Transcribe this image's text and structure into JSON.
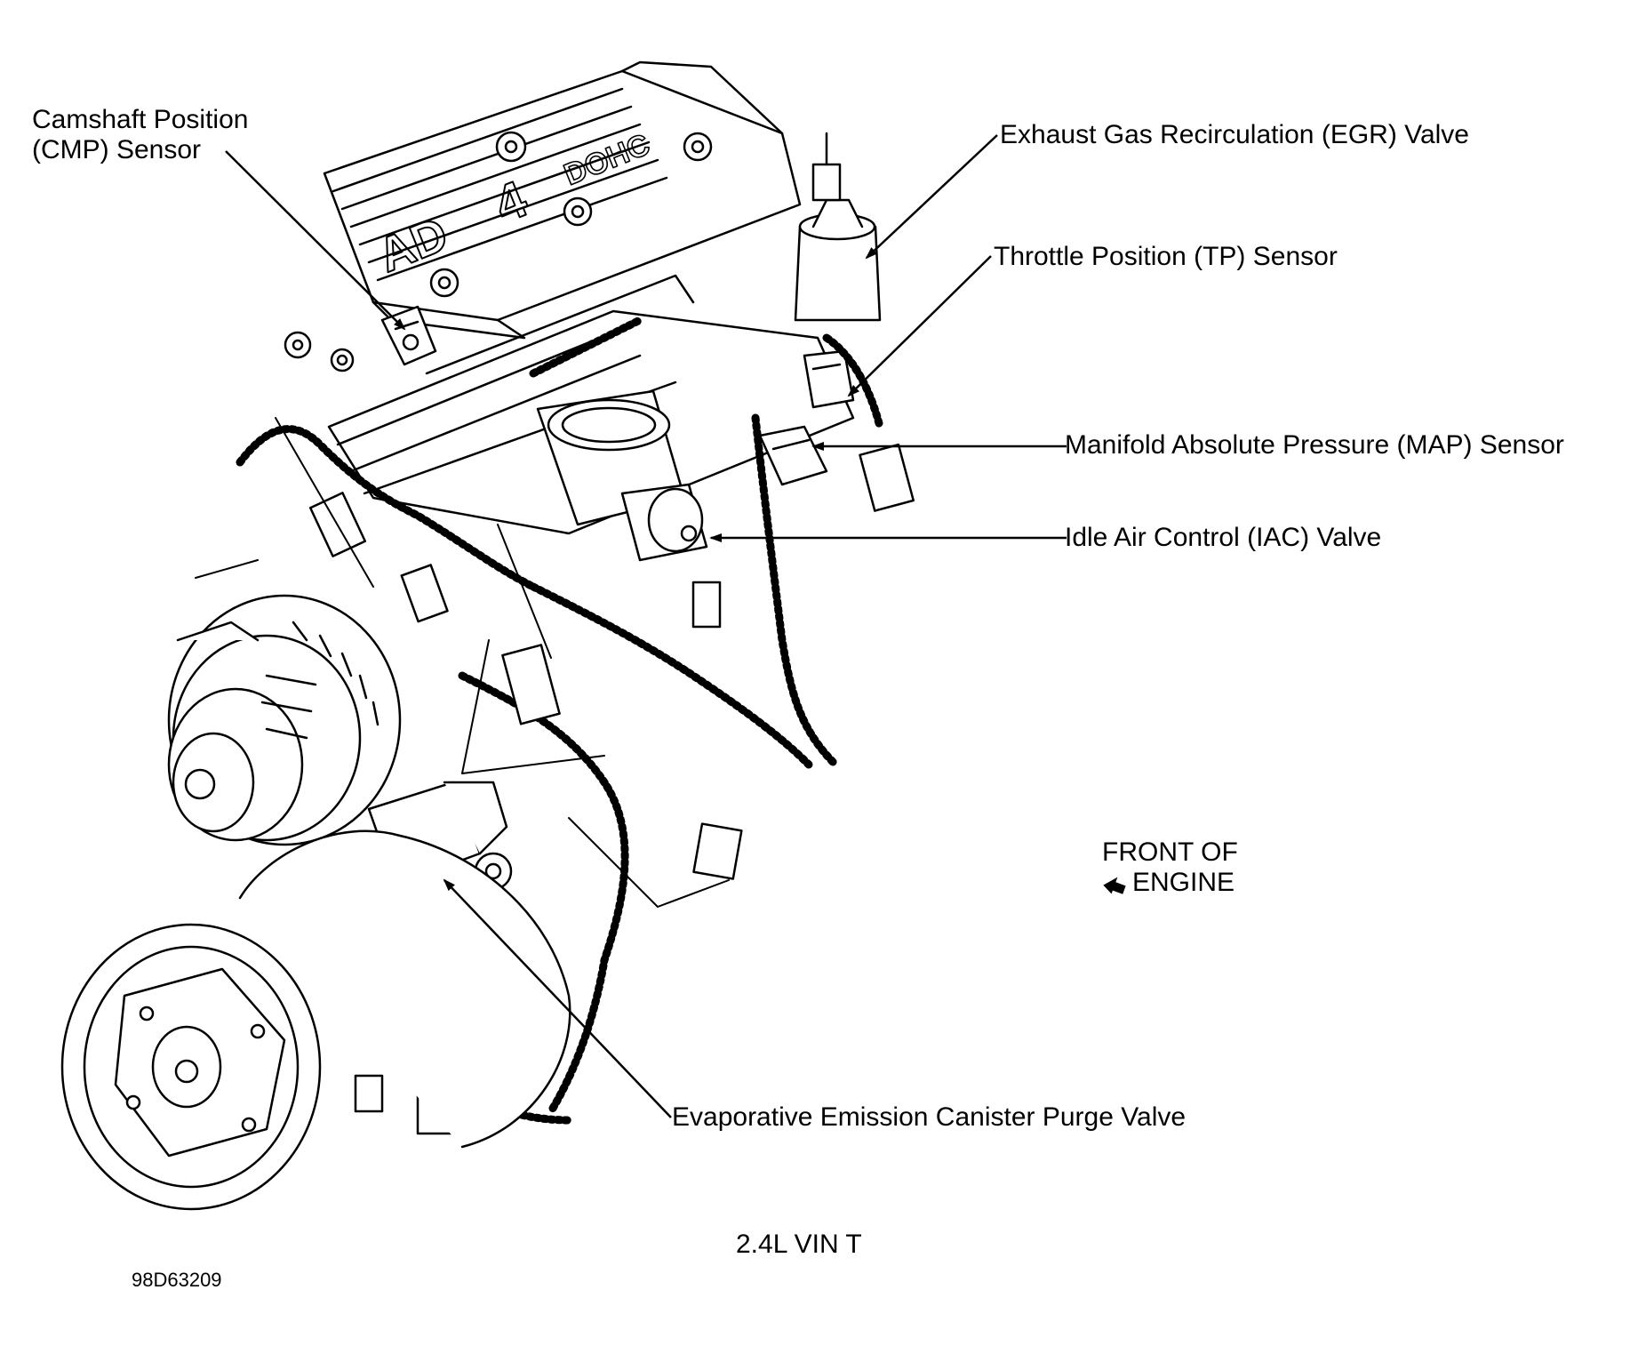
{
  "diagram": {
    "labels": {
      "cmp_line1": "Camshaft Position",
      "cmp_line2": "(CMP) Sensor",
      "egr": "Exhaust Gas Recirculation (EGR) Valve",
      "tp": "Throttle Position (TP) Sensor",
      "map": "Manifold Absolute Pressure (MAP) Sensor",
      "iac": "Idle Air Control (IAC) Valve",
      "evap": "Evaporative Emission Canister Purge Valve",
      "front_line1": "FRONT OF",
      "front_line2": "ENGINE",
      "engine_spec": "2.4L VIN T",
      "figure_code": "98D63209"
    },
    "valve_cover_text": {
      "left": "AD",
      "right": "DOHC",
      "number": "4"
    },
    "colors": {
      "ink": "#000000",
      "paper": "#ffffff"
    }
  }
}
